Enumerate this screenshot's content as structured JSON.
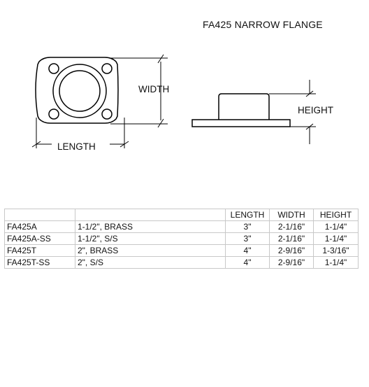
{
  "title": "FA425 NARROW FLANGE",
  "dimensions": {
    "width_label": "WIDTH",
    "length_label": "LENGTH",
    "height_label": "HEIGHT"
  },
  "table": {
    "headers": [
      "",
      "",
      "LENGTH",
      "WIDTH",
      "HEIGHT"
    ],
    "rows": [
      [
        "FA425A",
        "1-1/2\", BRASS",
        "3\"",
        "2-1/16\"",
        "1-1/4\""
      ],
      [
        "FA425A-SS",
        "1-1/2\", S/S",
        "3\"",
        "2-1/16\"",
        "1-1/4\""
      ],
      [
        "FA425T",
        "2\", BRASS",
        "4\"",
        "2-9/16\"",
        "1-3/16\""
      ],
      [
        "FA425T-SS",
        "2\", S/S",
        "4\"",
        "2-9/16\"",
        "1-1/4\""
      ]
    ]
  }
}
